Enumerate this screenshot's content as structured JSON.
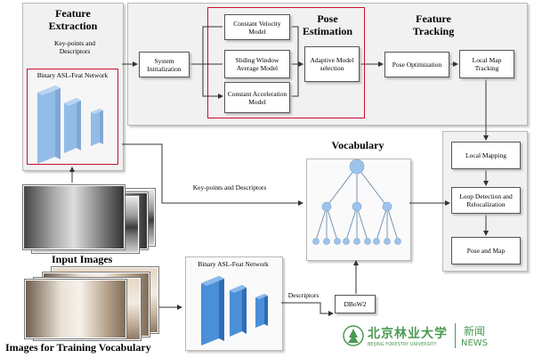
{
  "feature_extraction": {
    "title": "Feature Extraction",
    "keypoints_label": "Key-points and Descriptors",
    "network_label": "Binary ASL-Feat Network"
  },
  "pose_estimation": {
    "title": "Pose Estimation",
    "constant_velocity": "Constant Velocity Model",
    "sliding_window": "Sliding Window Average Model",
    "constant_acceleration": "Constant Acceleration Model",
    "adaptive_selection": "Adaptive Model selection"
  },
  "feature_tracking": {
    "title": "Feature Tracking",
    "system_init": "System Initialization",
    "pose_optimization": "Pose Optimization",
    "local_map_tracking": "Local Map Tracking"
  },
  "backend": {
    "local_mapping": "Local Mapping",
    "loop_detection": "Loop Detection and Relocalization",
    "pose_and_map": "Pose and Map"
  },
  "vocabulary": {
    "title": "Vocabulary",
    "keypoints_edge_label": "Key-points and Descriptors",
    "descriptors_label": "Descriptors",
    "dbow_label": "DBoW2",
    "training_network_label": "Binary ASL-Feat Network"
  },
  "captions": {
    "input_images": "Input Images",
    "training_images": "Images for Training Vocabulary"
  },
  "watermark": {
    "chinese_name": "北京林业大学",
    "english_name": "BEIJING FORESTRY UNIVERSITY",
    "news_cn": "新闻",
    "news_en": "NEWS"
  },
  "colors": {
    "accent_red": "#c8102e",
    "block_blue": "#4a8fd8",
    "node_blue": "#9ec3ea",
    "watermark_green": "#4a9a52"
  }
}
